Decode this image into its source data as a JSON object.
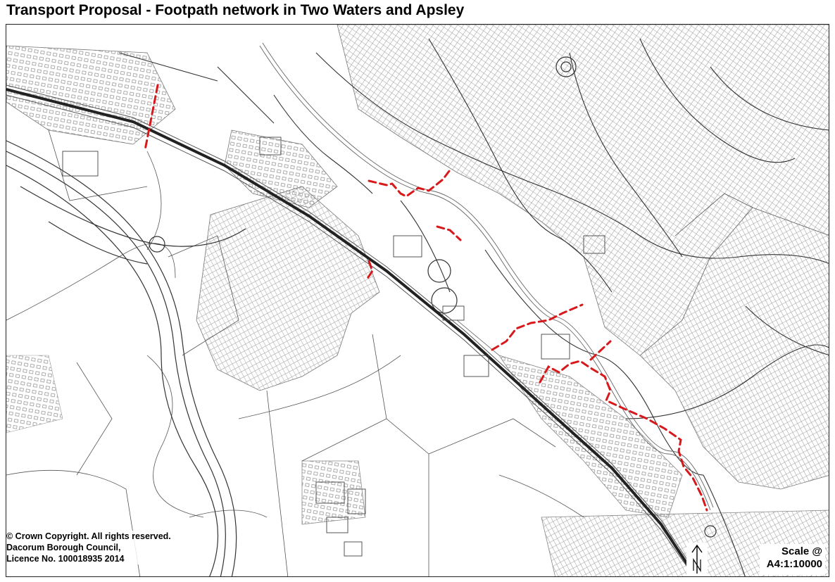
{
  "header": {
    "title": "Transport Proposal - Footpath network in Two Waters and Apsley"
  },
  "map": {
    "background_color": "#ffffff",
    "linework_color": "#555555",
    "proposed_footpath_color": "#d7191c",
    "north_arrow_label": "N",
    "north_icon": "north-arrow-icon"
  },
  "copyright": {
    "line1": "© Crown Copyright. All rights reserved.",
    "line2": "Dacorum Borough Council,",
    "line3": "Licence No. 100018935 2014"
  },
  "scale": {
    "line1": "Scale @",
    "line2": "A4:1:10000"
  }
}
